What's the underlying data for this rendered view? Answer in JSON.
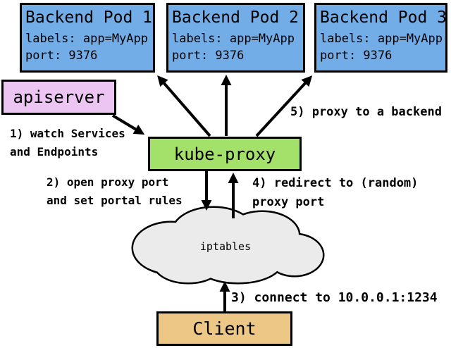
{
  "pods": [
    {
      "title": "Backend Pod 1",
      "labels": "labels: app=MyApp",
      "port": "port: 9376"
    },
    {
      "title": "Backend Pod 2",
      "labels": "labels: app=MyApp",
      "port": "port: 9376"
    },
    {
      "title": "Backend Pod 3",
      "labels": "labels: app=MyApp",
      "port": "port: 9376"
    }
  ],
  "nodes": {
    "apiserver": "apiserver",
    "kube_proxy": "kube-proxy",
    "iptables": "iptables",
    "client": "Client"
  },
  "annotations": {
    "step1": "1) watch Services\nand Endpoints",
    "step2": "2) open proxy port\nand set portal rules",
    "step3": "3) connect to 10.0.0.1:1234",
    "step4": "4) redirect to (random)\nproxy port",
    "step5": "5) proxy to a backend"
  },
  "colors": {
    "pod_fill": "#73ade8",
    "apiserver_fill": "#ecc5f2",
    "kube_proxy_fill": "#a4e16a",
    "client_fill": "#edc785",
    "cloud_fill": "#ebebeb",
    "outline": "#000000"
  }
}
